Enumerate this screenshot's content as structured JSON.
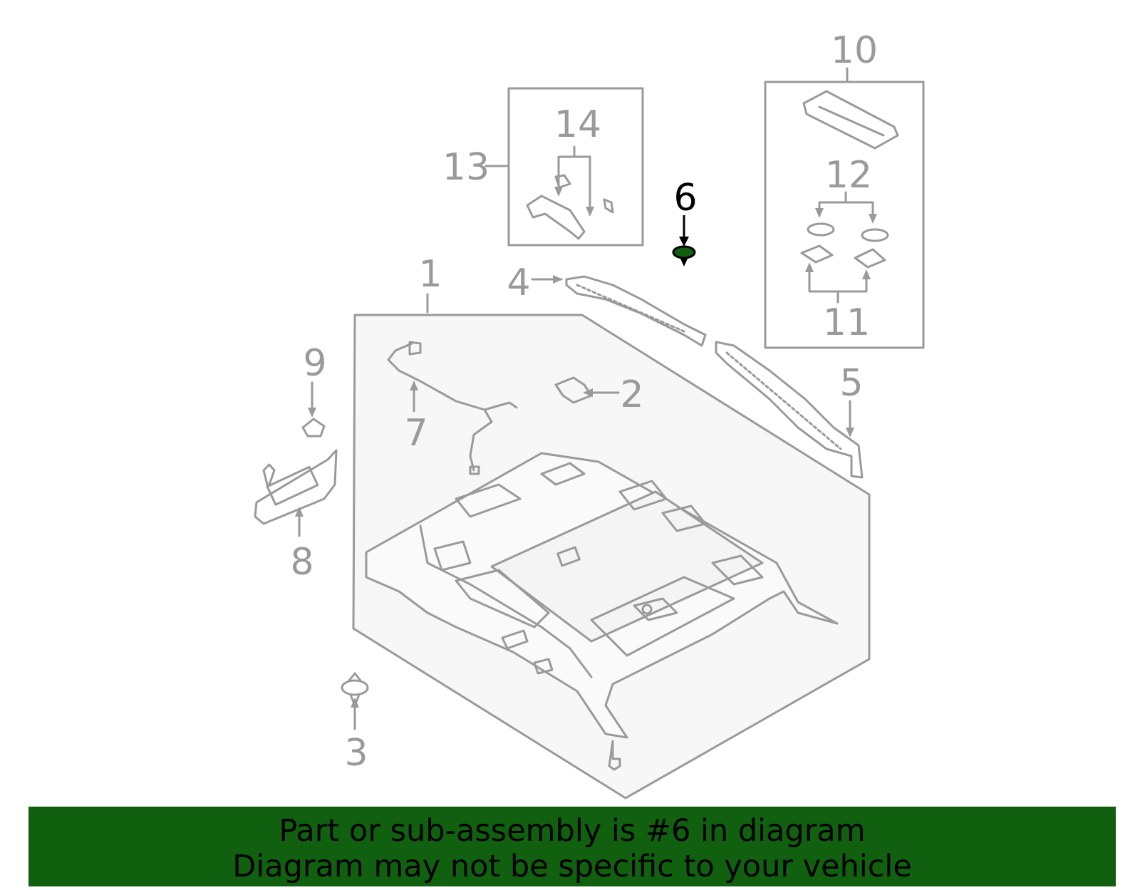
{
  "diagram": {
    "callouts": [
      "1",
      "2",
      "3",
      "4",
      "5",
      "6",
      "7",
      "8",
      "9",
      "10",
      "11",
      "12",
      "13",
      "14"
    ],
    "highlighted_part": "6",
    "highlight_color": "#106010",
    "line_color": "#9a9a9a"
  },
  "banner": {
    "line1": "Part or sub-assembly is #6 in diagram",
    "line2": "Diagram may not be specific to your vehicle",
    "background": "#106010"
  }
}
